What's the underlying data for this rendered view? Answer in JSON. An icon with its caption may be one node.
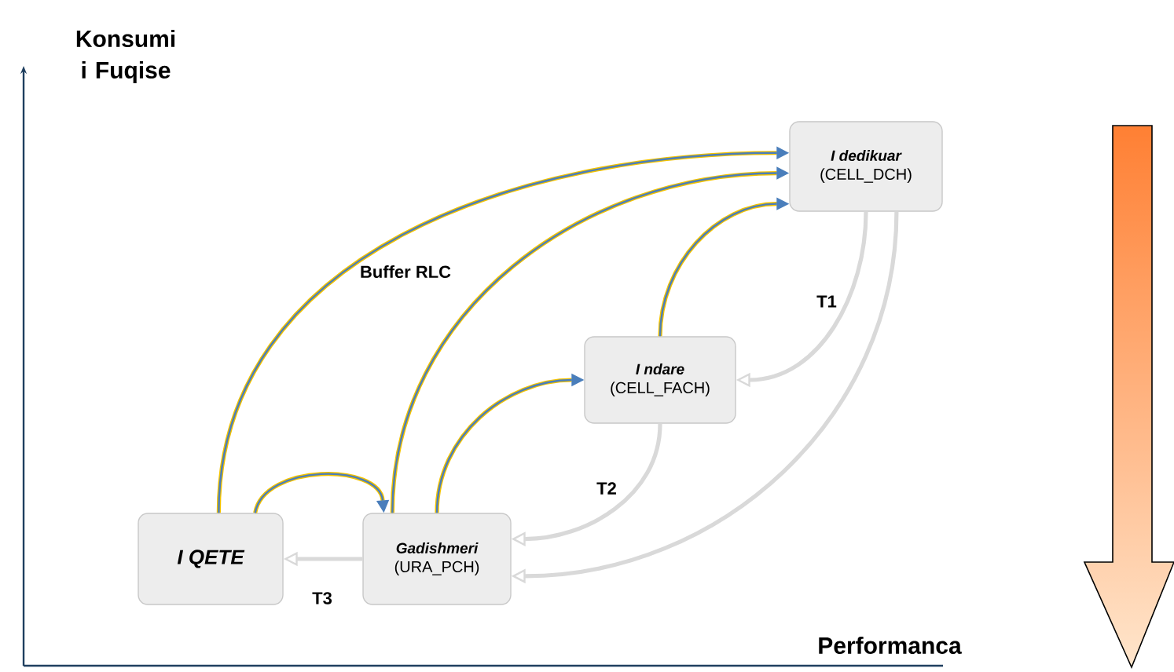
{
  "diagram": {
    "nodes": [
      {
        "text": [
          "I QETE"
        ]
      },
      {
        "text": [
          "Gadishmeri",
          "(URA_PCH)"
        ]
      },
      {
        "text": [
          "I ndare",
          "(CELL_FACH)"
        ]
      },
      {
        "text": [
          "I dedikuar",
          "(CELL_DCH)"
        ]
      }
    ],
    "edges": [
      {
        "from": 0,
        "to": 3,
        "arrow": "to"
      },
      {
        "from": 0,
        "to": 1,
        "arrow": "to"
      },
      {
        "from": 1,
        "to": 3,
        "arrow": "to"
      },
      {
        "from": 1,
        "to": 2,
        "arrow": "to"
      },
      {
        "from": 2,
        "to": 3,
        "arrow": "to"
      },
      {
        "from": 3,
        "to": 2,
        "arrow": "to",
        "label": "T1",
        "color": "#d9d9d9"
      },
      {
        "from": 2,
        "to": 1,
        "arrow": "to",
        "label": "T2",
        "color": "#d9d9d9"
      },
      {
        "from": 3,
        "to": 1,
        "arrow": "to",
        "color": "#d9d9d9"
      },
      {
        "from": 1,
        "to": 0,
        "arrow": "to",
        "label": "T3",
        "color": "#d9d9d9"
      }
    ],
    "labels": [
      "Konsumi i Fuqise",
      "Buffer RLC",
      "Performanca"
    ]
  }
}
